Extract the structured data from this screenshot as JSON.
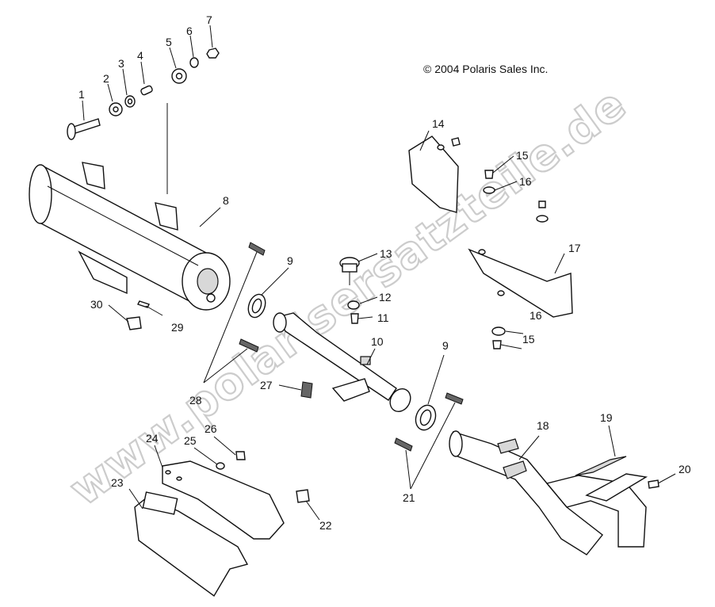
{
  "copyright": "© 2004 Polaris Sales Inc.",
  "watermark": "www.polarisersatzteile.de",
  "callouts": {
    "c1": "1",
    "c2": "2",
    "c3": "3",
    "c4": "4",
    "c5": "5",
    "c6": "6",
    "c7": "7",
    "c8": "8",
    "c9a": "9",
    "c9b": "9",
    "c10": "10",
    "c11": "11",
    "c12": "12",
    "c13": "13",
    "c14": "14",
    "c15a": "15",
    "c15b": "15",
    "c16a": "16",
    "c16b": "16",
    "c17": "17",
    "c18": "18",
    "c19": "19",
    "c20": "20",
    "c21": "21",
    "c22": "22",
    "c23": "23",
    "c24": "24",
    "c25": "25",
    "c26": "26",
    "c27": "27",
    "c28": "28",
    "c29": "29",
    "c30": "30"
  }
}
